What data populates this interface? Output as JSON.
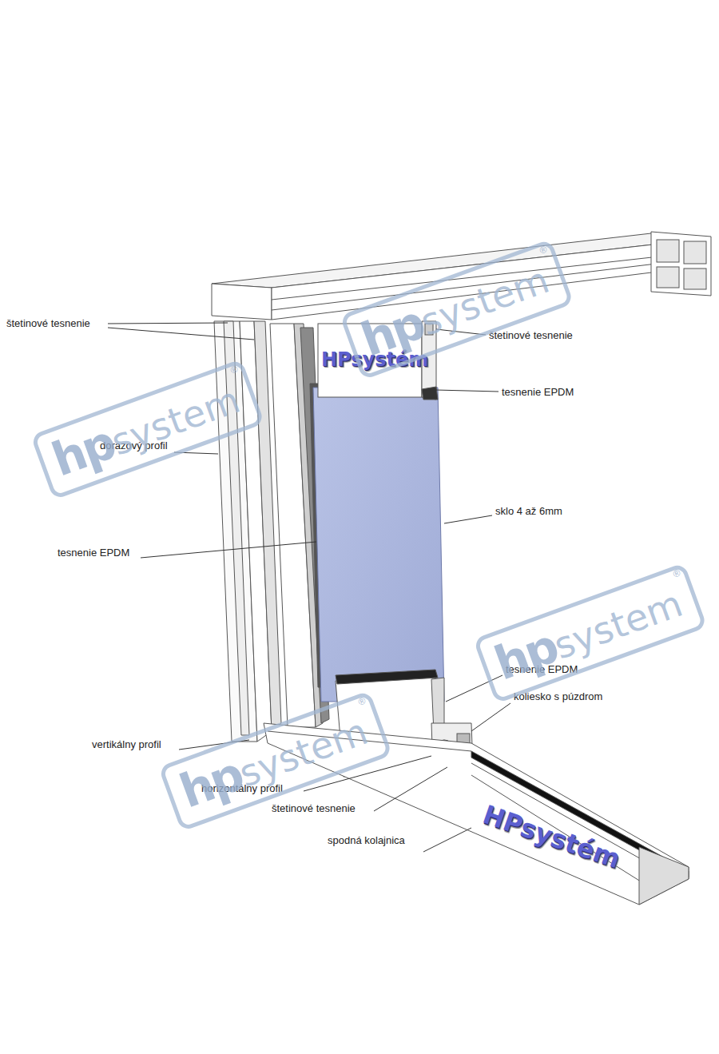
{
  "diagram": {
    "labels": [
      "štetinové tesnenie",
      "štetinové tesnenie",
      "tesnenie EPDM",
      "dorazový profil",
      "sklo 4 až 6mm",
      "tesnenie EPDM",
      "tesnenie EPDM",
      "koliesko s púzdrom",
      "vertikálny profil",
      "horizontálny profil",
      "štetinové tesnenie",
      "spodná kolajnica",
      "HPsystém",
      "HPsystém",
      "hp",
      "system",
      "®",
      "hp",
      "system",
      "®",
      "hp",
      "system",
      "®",
      "hp",
      "system",
      "®"
    ]
  }
}
